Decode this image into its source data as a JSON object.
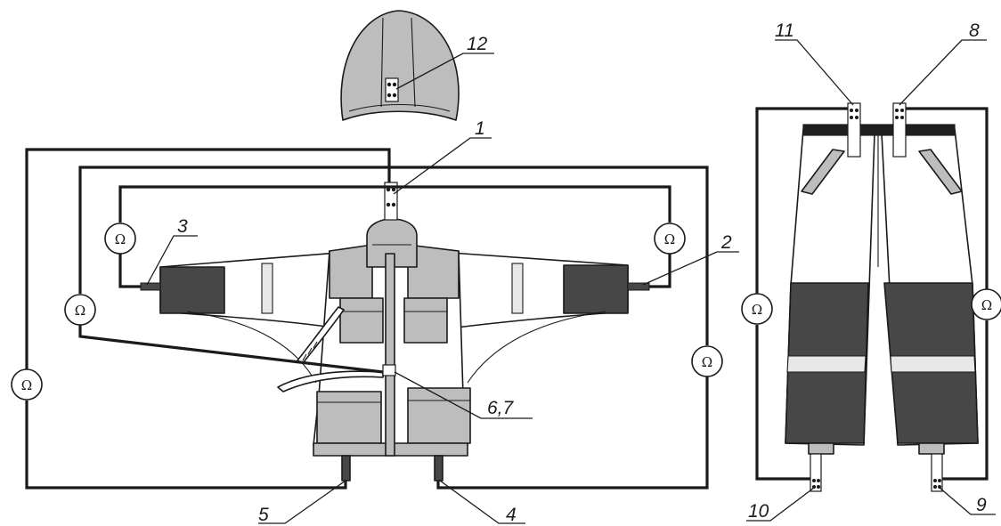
{
  "meter_symbol": "Ω",
  "callouts": {
    "c1": "1",
    "c2": "2",
    "c3": "3",
    "c4": "4",
    "c5": "5",
    "c67": "6,7",
    "c8": "8",
    "c9": "9",
    "c10": "10",
    "c11": "11",
    "c12": "12"
  },
  "colors": {
    "garment_gray": "#bdbdbd",
    "garment_dark": "#474747",
    "line": "#1a1a1a"
  }
}
